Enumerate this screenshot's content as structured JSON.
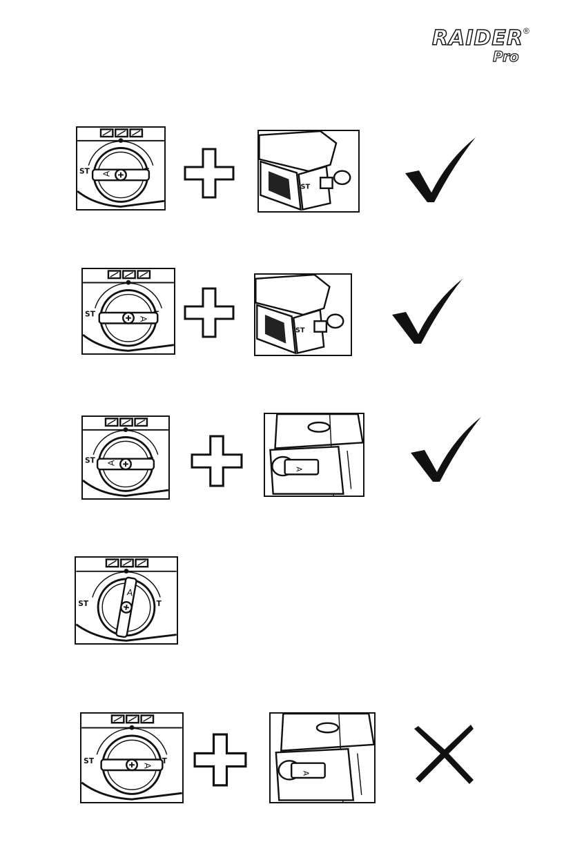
{
  "logo": {
    "brand": "RAIDER",
    "registered": "®",
    "sub": "Pro"
  },
  "dial": {
    "left_mark": "ST",
    "right_mark": "T",
    "arrow_glyph": "A"
  },
  "rows": [
    {
      "dial_direction": "left",
      "has_side_view": true,
      "side_view_style": "rear",
      "side_view_label": "ST",
      "operator": "+",
      "result": "check"
    },
    {
      "dial_direction": "right",
      "has_side_view": true,
      "side_view_style": "rear",
      "side_view_label": "ST",
      "operator": "+",
      "result": "check"
    },
    {
      "dial_direction": "left",
      "has_side_view": true,
      "side_view_style": "front",
      "side_view_label": "",
      "operator": "+",
      "result": "check"
    },
    {
      "dial_direction": "up",
      "has_side_view": false,
      "result": "none"
    },
    {
      "dial_direction": "right",
      "has_side_view": true,
      "side_view_style": "front",
      "side_view_label": "",
      "operator": "+",
      "result": "cross"
    }
  ]
}
